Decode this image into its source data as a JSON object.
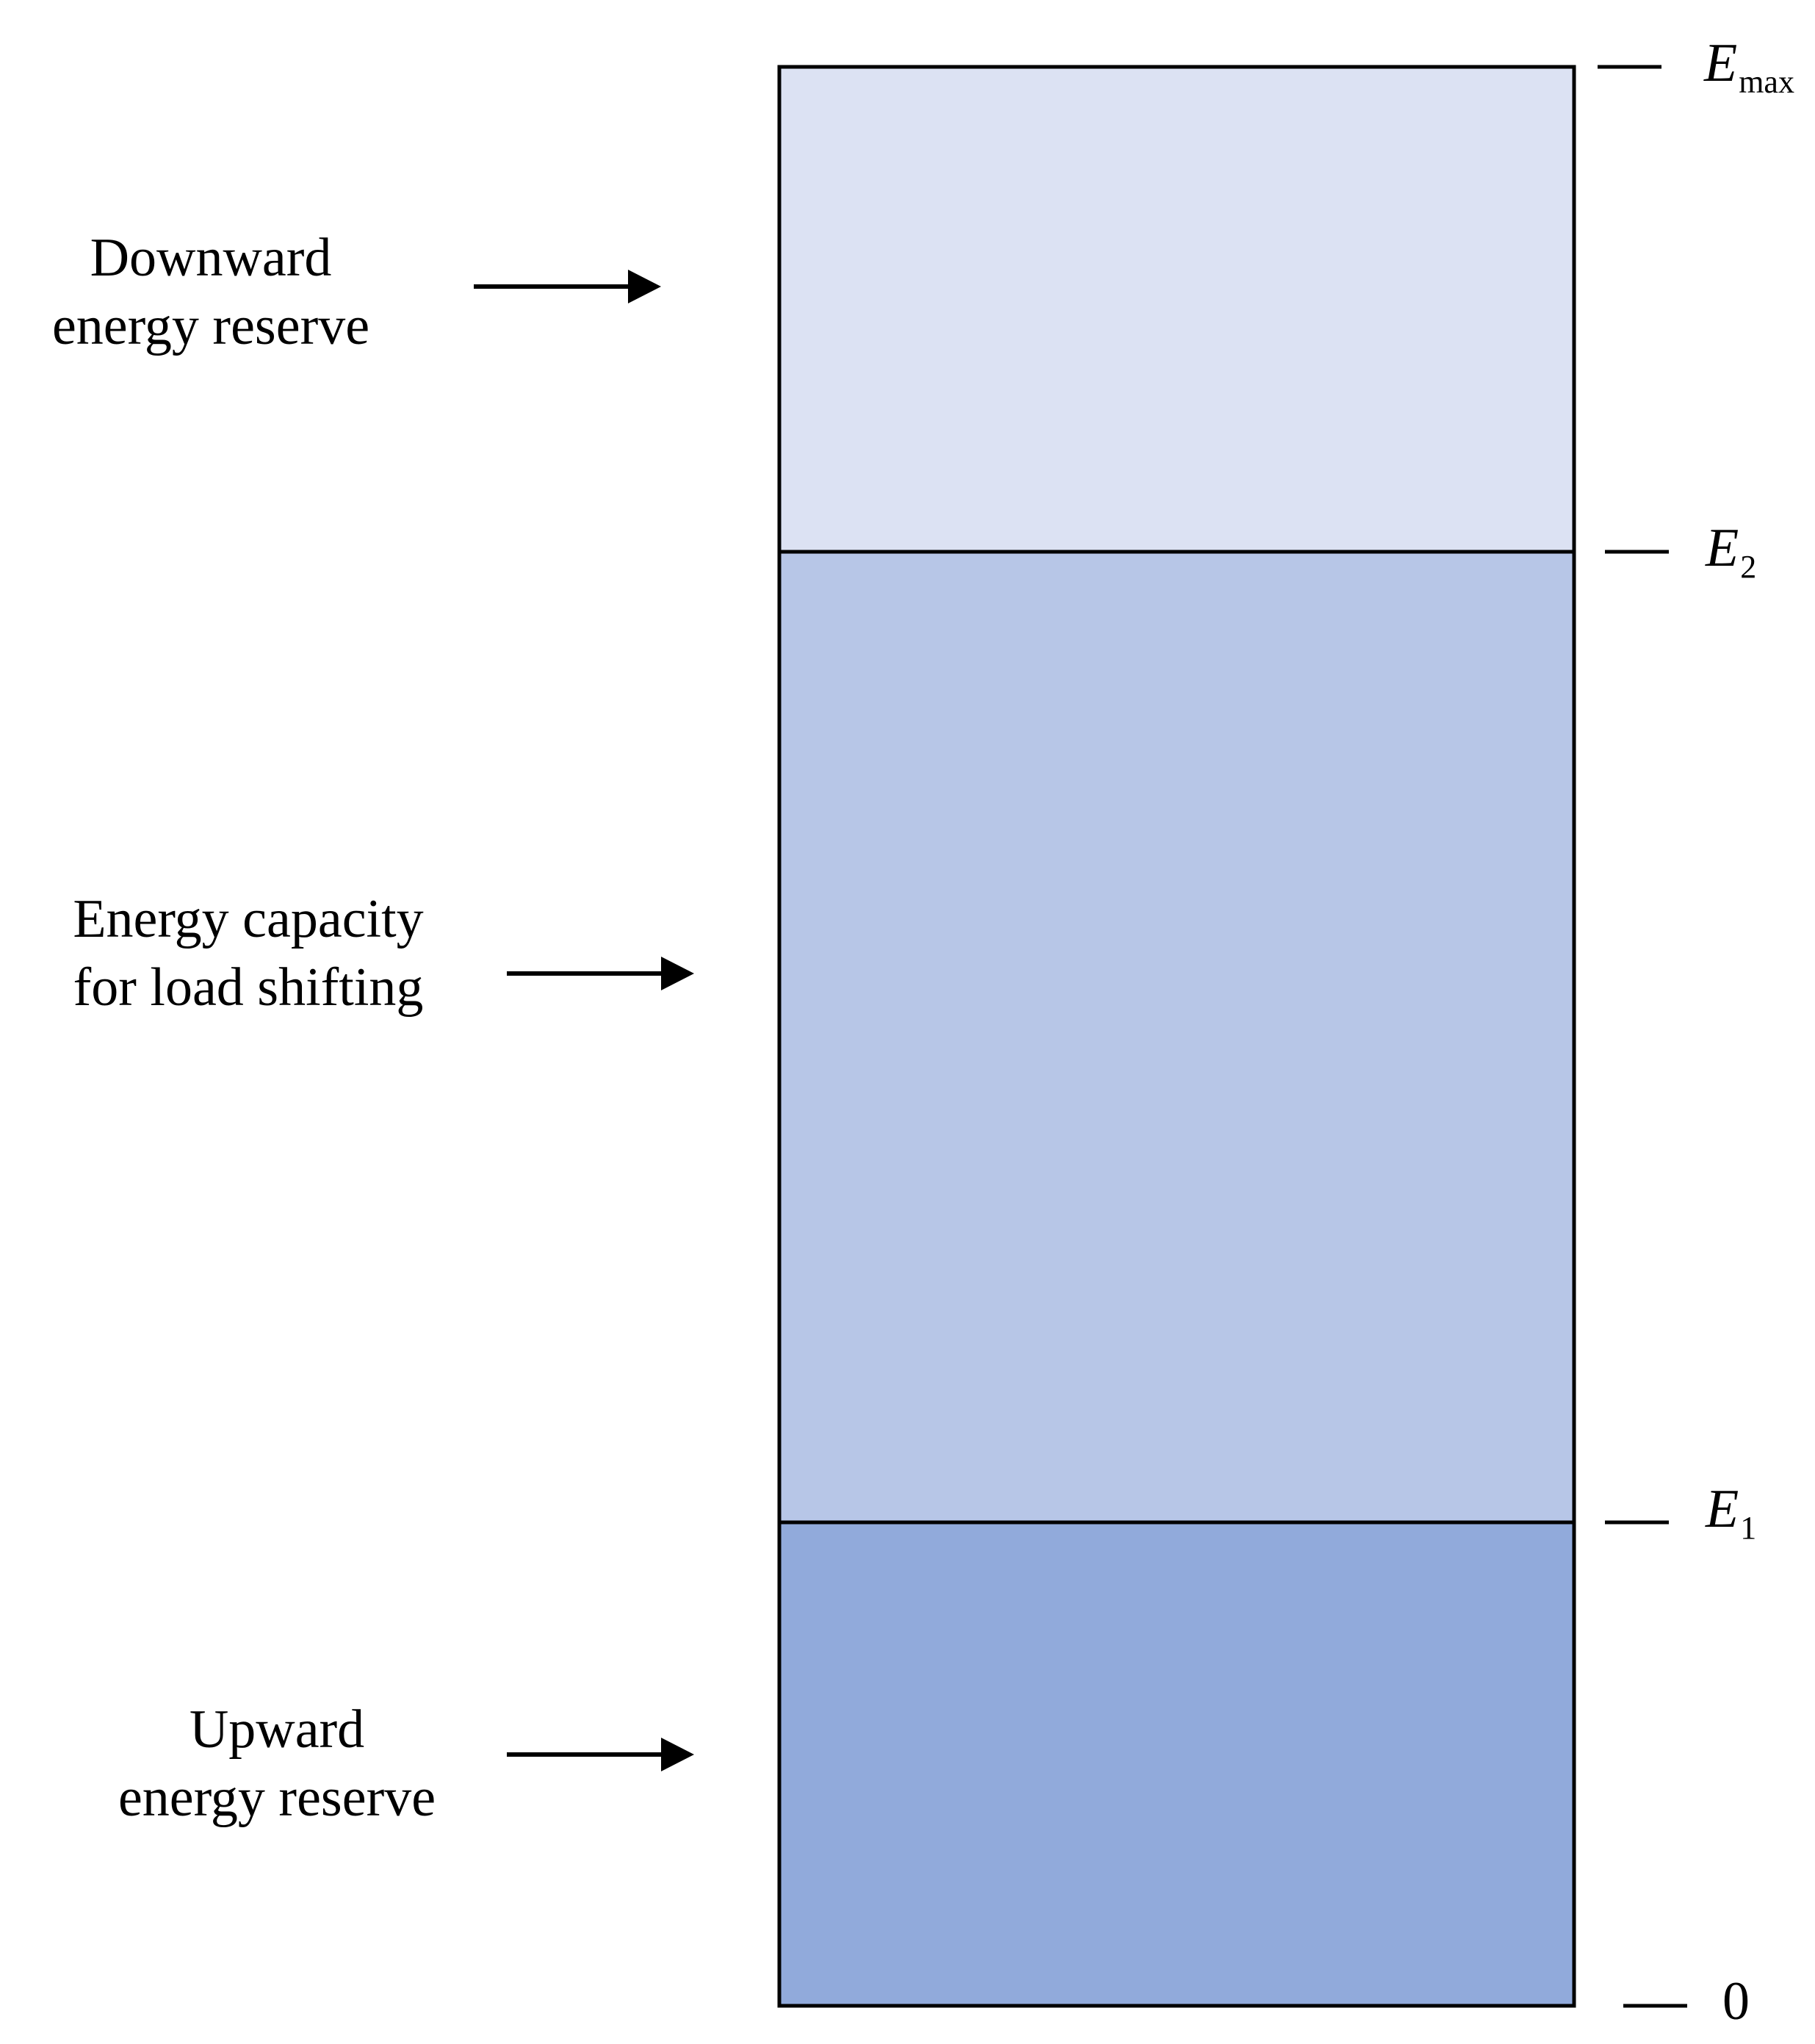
{
  "diagram": {
    "regions": [
      {
        "key": "downward",
        "line1": "Downward",
        "line2": "energy reserve",
        "color": "#dce2f3"
      },
      {
        "key": "load",
        "line1": "Energy capacity",
        "line2": "for load shifting",
        "color": "#b7c6e7"
      },
      {
        "key": "upward",
        "line1": "Upward",
        "line2": "energy reserve",
        "color": "#91aadb"
      }
    ],
    "levels": [
      {
        "key": "emax",
        "main": "E",
        "sub": "max"
      },
      {
        "key": "e2",
        "main": "E",
        "sub": "2"
      },
      {
        "key": "e1",
        "main": "E",
        "sub": "1"
      },
      {
        "key": "zero",
        "main": "0",
        "sub": ""
      }
    ],
    "border_color": "#000000"
  }
}
